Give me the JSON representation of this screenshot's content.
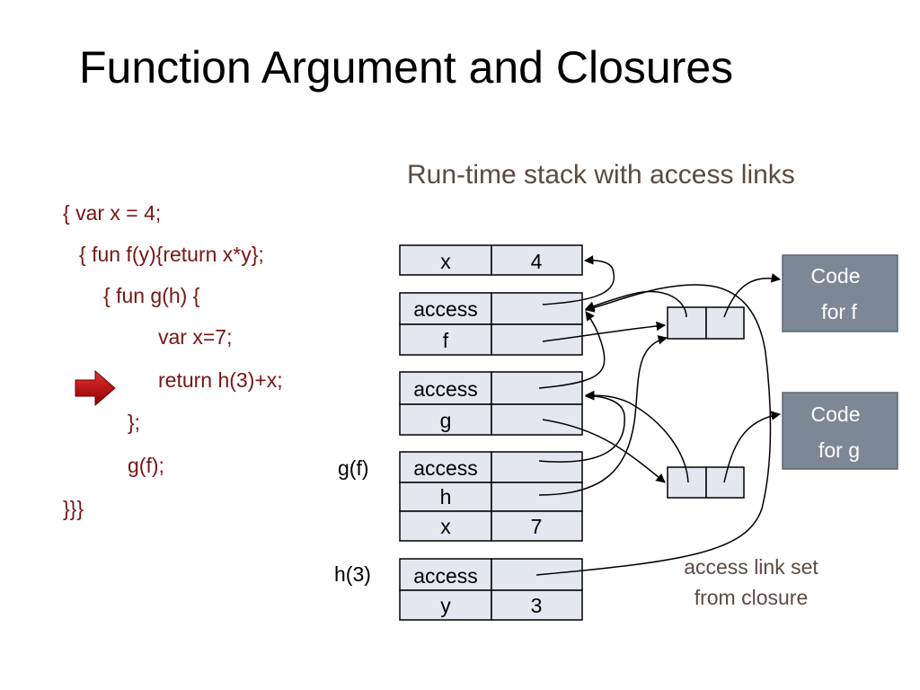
{
  "title": "Function Argument and Closures",
  "subtitle": "Run-time stack with access links",
  "code": {
    "lines": [
      "{ var x = 4;",
      "{ fun f(y){return x*y};",
      "{ fun g(h) {",
      "var x=7;",
      "return h(3)+x;",
      "};",
      "g(f);",
      "}}}"
    ]
  },
  "stack": {
    "frame_x": {
      "name": "x",
      "value": "4"
    },
    "frame_f": {
      "access": "access",
      "f": "f"
    },
    "frame_g": {
      "access": "access",
      "g": "g"
    },
    "frame_gf": {
      "label": "g(f)",
      "access": "access",
      "h": "h",
      "x": "x",
      "x_value": "7"
    },
    "frame_h3": {
      "label": "h(3)",
      "access": "access",
      "y": "y",
      "y_value": "3"
    }
  },
  "code_boxes": {
    "f": [
      "Code",
      "for f"
    ],
    "g": [
      "Code",
      "for g"
    ]
  },
  "annotation": [
    "access link set",
    "from closure"
  ],
  "colors": {
    "cell_fill": "#e4e8ee",
    "code_box_fill": "#7d8896",
    "code_text": "#7a1414",
    "subtitle_text": "#5a4a42",
    "arrow_marker": "#c00000"
  }
}
